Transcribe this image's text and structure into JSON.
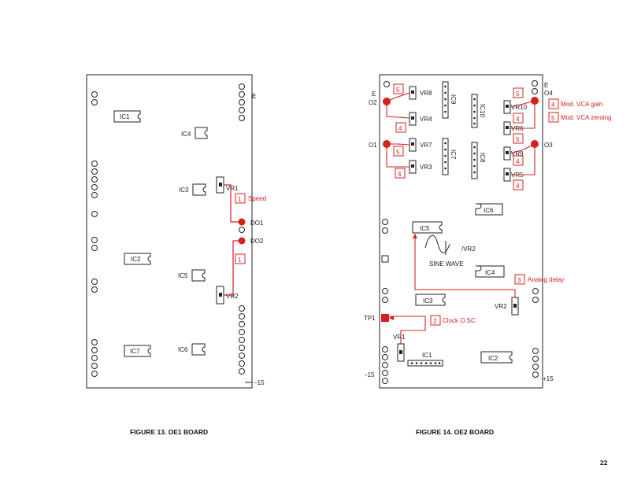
{
  "page_number": "22",
  "fig13": {
    "caption": "FIGURE 13. OE1 BOARD",
    "ics": [
      "IC1",
      "IC4",
      "IC3",
      "IC2",
      "IC5",
      "IC7",
      "IC6"
    ],
    "vr1": "VR1",
    "vr2": "VR2",
    "speed_num": "1",
    "speed_label": "Speed",
    "num_1b": "1",
    "do1": "DO1",
    "do2": "DO2",
    "e": "E",
    "minus15": "−15"
  },
  "fig14": {
    "caption": "FIGURE 14. OE2 BOARD",
    "e_left": "E",
    "o2": "O2",
    "o1": "O1",
    "e_right": "E",
    "o4": "O4",
    "o3": "O3",
    "tp1": "TP1",
    "minus15": "−15",
    "plus15": "+15",
    "vrs": [
      "VR8",
      "VR4",
      "VR7",
      "VR3",
      "VR10",
      "VR6",
      "VR9",
      "VR5",
      "VR2",
      "VR1"
    ],
    "ics": [
      "IC9",
      "IC10",
      "IC7",
      "IC8",
      "IC6",
      "IC5",
      "IC4",
      "IC3",
      "IC2",
      "IC1"
    ],
    "vr2_wave": "/VR2",
    "sine_wave": "SINE WAVE",
    "nums": [
      "5",
      "4",
      "5",
      "4",
      "5",
      "4",
      "5",
      "4",
      "4",
      "5",
      "3",
      "2"
    ],
    "legend_vca_gain": "Mod. VCA gain",
    "legend_vca_zero": "Mod. VCA zeroing",
    "analog_delay": "Analog delay",
    "clock_osc": "Clock O.SC"
  },
  "colors": {
    "line": "#222222",
    "accent": "#d62020"
  }
}
